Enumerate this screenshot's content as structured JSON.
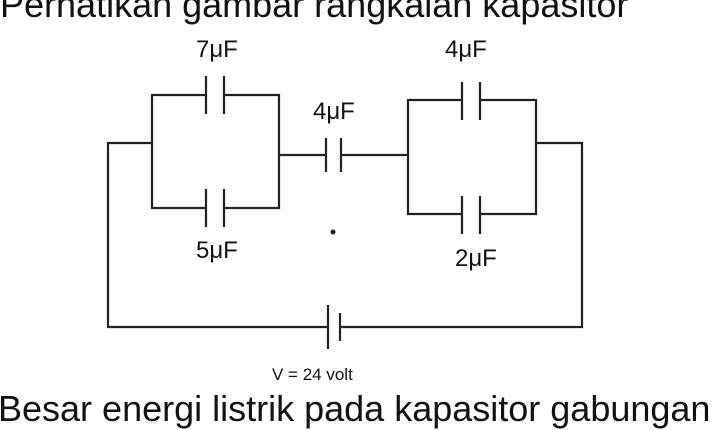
{
  "text_top": "Perhatikan gambar rangkaian kapasitor",
  "text_bottom": "Besar energi listrik pada kapasitor gabungan",
  "capacitors": {
    "c1": "7μF",
    "c2": "5μF",
    "c3": "4μF",
    "c4": "4μF",
    "c5": "2μF"
  },
  "source_label": "V = 24 volt",
  "colors": {
    "line": "#222222",
    "background": "#ffffff"
  }
}
